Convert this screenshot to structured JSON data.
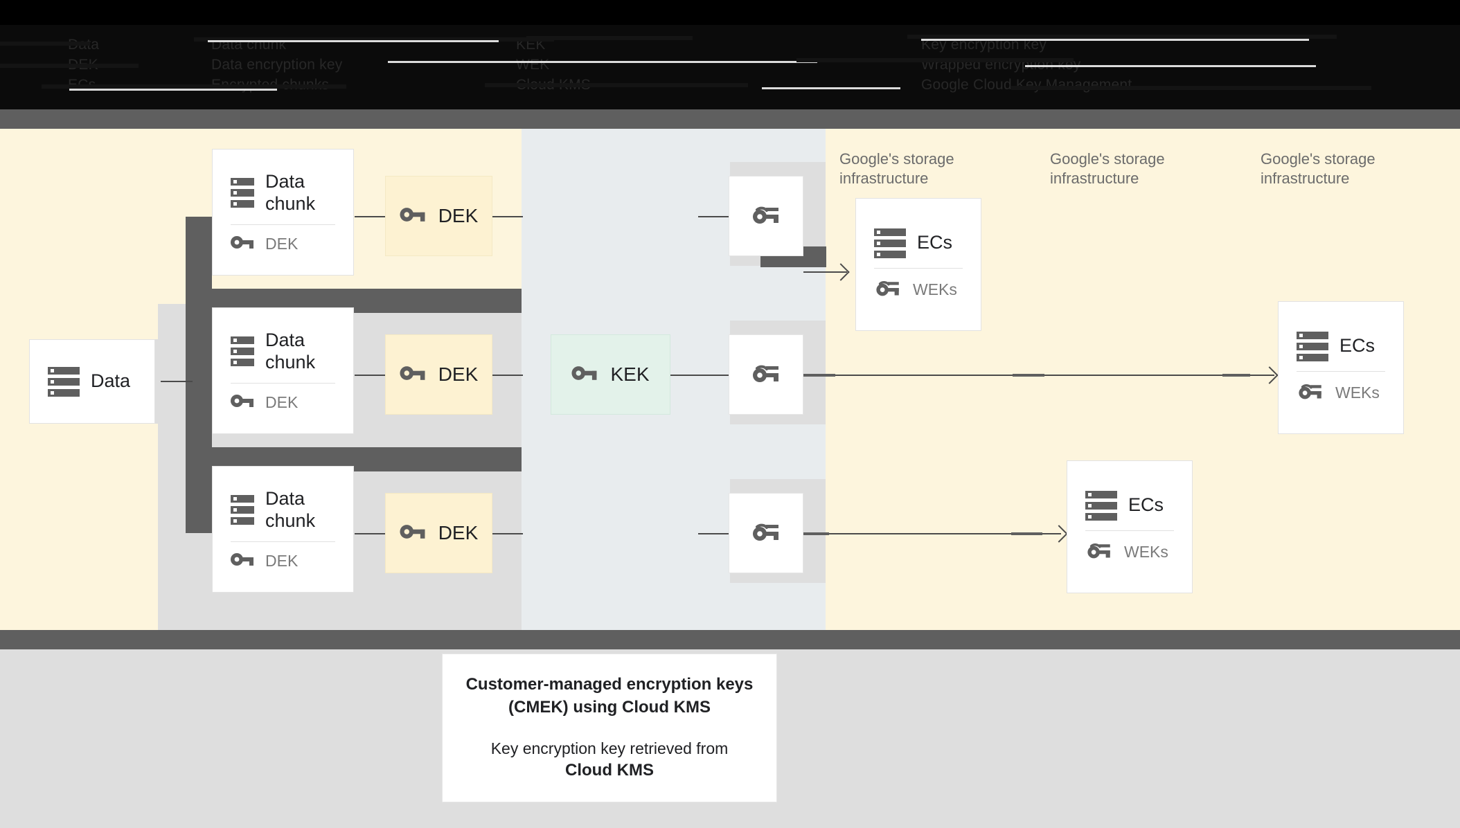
{
  "header": {
    "legend_columns": [
      {
        "lines": [
          "Data",
          "DEK",
          "ECs"
        ]
      },
      {
        "lines": [
          "Data chunk",
          "Data encryption key",
          "Encrypted chunks"
        ]
      },
      {
        "lines": [
          "KEK",
          "WEK",
          "Cloud KMS"
        ]
      },
      {
        "lines": [
          "Key encryption key",
          "Wrapped encryption key",
          "Google Cloud Key Management"
        ]
      }
    ]
  },
  "diagram": {
    "source": {
      "label": "Data",
      "icon": "server-icon"
    },
    "chunks": [
      {
        "label": "Data chunk",
        "key_label": "DEK",
        "icon": "server-icon",
        "key_icon": "key-icon"
      },
      {
        "label": "Data chunk",
        "key_label": "DEK",
        "icon": "server-icon",
        "key_icon": "key-icon"
      },
      {
        "label": "Data chunk",
        "key_label": "DEK",
        "icon": "server-icon",
        "key_icon": "key-icon"
      }
    ],
    "deks": [
      {
        "label": "DEK",
        "icon": "key-icon"
      },
      {
        "label": "DEK",
        "icon": "key-icon"
      },
      {
        "label": "DEK",
        "icon": "key-icon"
      }
    ],
    "kek": {
      "label": "KEK",
      "icon": "key-icon"
    },
    "wrapped_keys": [
      {
        "icon": "wrapped-key-icon"
      },
      {
        "icon": "wrapped-key-icon"
      },
      {
        "icon": "wrapped-key-icon"
      }
    ],
    "zone_labels": [
      "Google's storage infrastructure",
      "Google's storage infrastructure",
      "Google's storage infrastructure"
    ],
    "storage": [
      {
        "label": "ECs",
        "key_label": "WEKs",
        "icon": "server-icon",
        "key_icon": "wrapped-key-icon"
      },
      {
        "label": "ECs",
        "key_label": "WEKs",
        "icon": "server-icon",
        "key_icon": "wrapped-key-icon"
      },
      {
        "label": "ECs",
        "key_label": "WEKs",
        "icon": "server-icon",
        "key_icon": "wrapped-key-icon"
      }
    ]
  },
  "caption": {
    "title_line1": "Customer-managed encryption keys",
    "title_line2": "(CMEK) using Cloud KMS",
    "body_line1": "Key encryption key retrieved from",
    "body_line2": "Cloud KMS"
  },
  "colors": {
    "cream": "#fdf5dd",
    "bluegray": "#e8ecee",
    "lightgray": "#dedede",
    "darkgray": "#5f5f5f",
    "kek_green": "#e3f2ea",
    "dek_yellow": "#fdf2d2"
  }
}
